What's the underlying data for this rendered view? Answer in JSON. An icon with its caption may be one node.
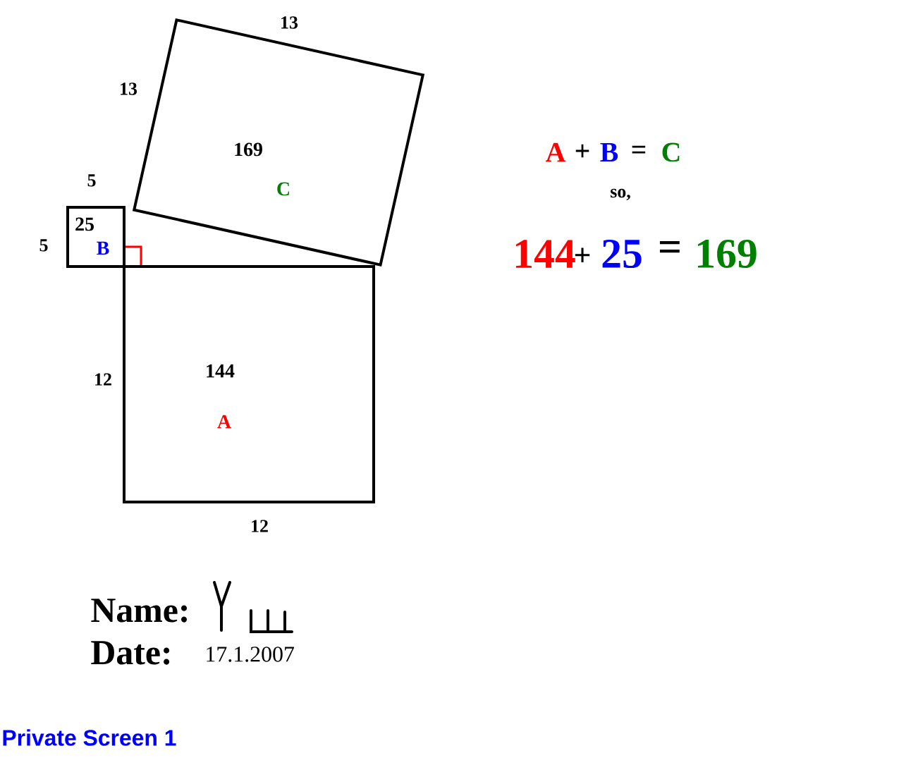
{
  "diagram": {
    "nodes": [
      {
        "text": [
          "169",
          "C"
        ]
      },
      {
        "text": [
          "25",
          "B"
        ]
      },
      {
        "text": [
          "144",
          "A"
        ]
      }
    ],
    "labels": [
      "13",
      "13",
      "5",
      "5",
      "12",
      "12",
      "A",
      "+",
      "B",
      "=",
      "C",
      "so,",
      "144",
      "+",
      "25",
      "=",
      "169",
      "Name:",
      "Date:",
      "17.1.2007",
      "Private Screen 1"
    ]
  }
}
